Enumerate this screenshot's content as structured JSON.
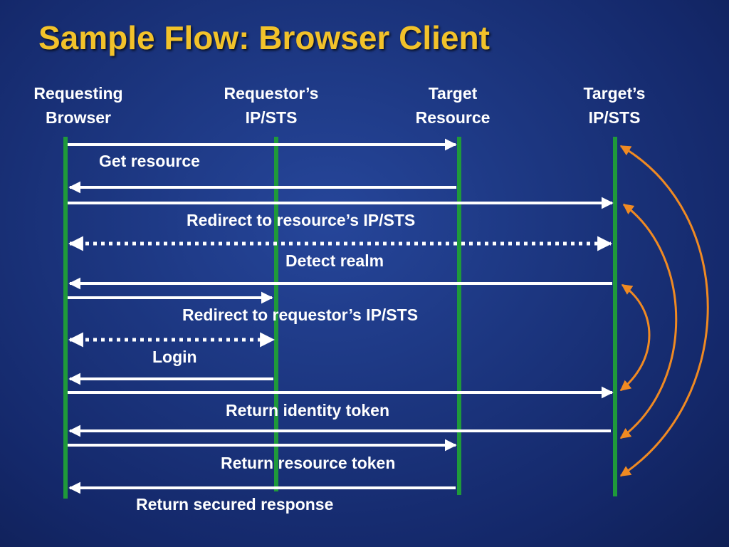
{
  "title": "Sample Flow: Browser Client",
  "colors": {
    "title": "#f2c22a",
    "lifeline": "#1f9a3a",
    "arrow": "#ffffff",
    "bracket": "#f08a22",
    "background": "#1c3680"
  },
  "participants": [
    {
      "id": "browser",
      "line1": "Requesting",
      "line2": "Browser"
    },
    {
      "id": "rsts",
      "line1": "Requestor’s",
      "line2": "IP/STS"
    },
    {
      "id": "resource",
      "line1": "Target",
      "line2": "Resource"
    },
    {
      "id": "tsts",
      "line1": "Target’s",
      "line2": "IP/STS"
    }
  ],
  "messages": [
    {
      "label": "Get resource",
      "arrows": [
        {
          "from": "browser",
          "to": "resource",
          "style": "solid"
        },
        {
          "from": "resource",
          "to": "browser",
          "style": "solid"
        }
      ]
    },
    {
      "label": "Redirect to resource’s IP/STS",
      "arrows": [
        {
          "from": "browser",
          "to": "tsts",
          "style": "solid"
        },
        {
          "from": "browser",
          "to": "tsts",
          "style": "dotted-both"
        }
      ]
    },
    {
      "label": "Detect realm",
      "arrows": [
        {
          "from": "tsts",
          "to": "browser",
          "style": "solid"
        }
      ]
    },
    {
      "label": "Redirect to requestor’s IP/STS",
      "arrows": [
        {
          "from": "browser",
          "to": "rsts",
          "style": "solid"
        },
        {
          "from": "browser",
          "to": "rsts",
          "style": "dotted-both"
        }
      ]
    },
    {
      "label": "Login",
      "arrows": [
        {
          "from": "rsts",
          "to": "browser",
          "style": "solid"
        },
        {
          "from": "browser",
          "to": "tsts",
          "style": "solid"
        }
      ]
    },
    {
      "label": "Return identity token",
      "arrows": [
        {
          "from": "tsts",
          "to": "browser",
          "style": "solid"
        },
        {
          "from": "browser",
          "to": "resource",
          "style": "solid"
        }
      ]
    },
    {
      "label": "Return resource token",
      "arrows": [
        {
          "from": "resource",
          "to": "browser",
          "style": "solid"
        }
      ]
    },
    {
      "label": "Return secured response",
      "arrows": []
    }
  ]
}
